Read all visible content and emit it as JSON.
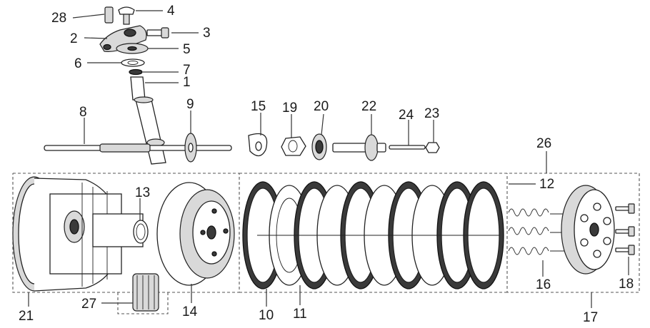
{
  "callouts": [
    {
      "id": "1",
      "text": "1"
    },
    {
      "id": "2",
      "text": "2"
    },
    {
      "id": "3",
      "text": "3"
    },
    {
      "id": "4",
      "text": "4"
    },
    {
      "id": "5",
      "text": "5"
    },
    {
      "id": "6",
      "text": "6"
    },
    {
      "id": "7",
      "text": "7"
    },
    {
      "id": "8",
      "text": "8"
    },
    {
      "id": "9",
      "text": "9"
    },
    {
      "id": "10",
      "text": "10"
    },
    {
      "id": "11",
      "text": "11"
    },
    {
      "id": "12",
      "text": "12"
    },
    {
      "id": "13",
      "text": "13"
    },
    {
      "id": "14",
      "text": "14"
    },
    {
      "id": "15",
      "text": "15"
    },
    {
      "id": "16",
      "text": "16"
    },
    {
      "id": "17",
      "text": "17"
    },
    {
      "id": "18",
      "text": "18"
    },
    {
      "id": "19",
      "text": "19"
    },
    {
      "id": "20",
      "text": "20"
    },
    {
      "id": "21",
      "text": "21"
    },
    {
      "id": "22",
      "text": "22"
    },
    {
      "id": "23",
      "text": "23"
    },
    {
      "id": "24",
      "text": "24"
    },
    {
      "id": "26",
      "text": "26"
    },
    {
      "id": "27",
      "text": "27"
    },
    {
      "id": "28",
      "text": "28"
    }
  ]
}
